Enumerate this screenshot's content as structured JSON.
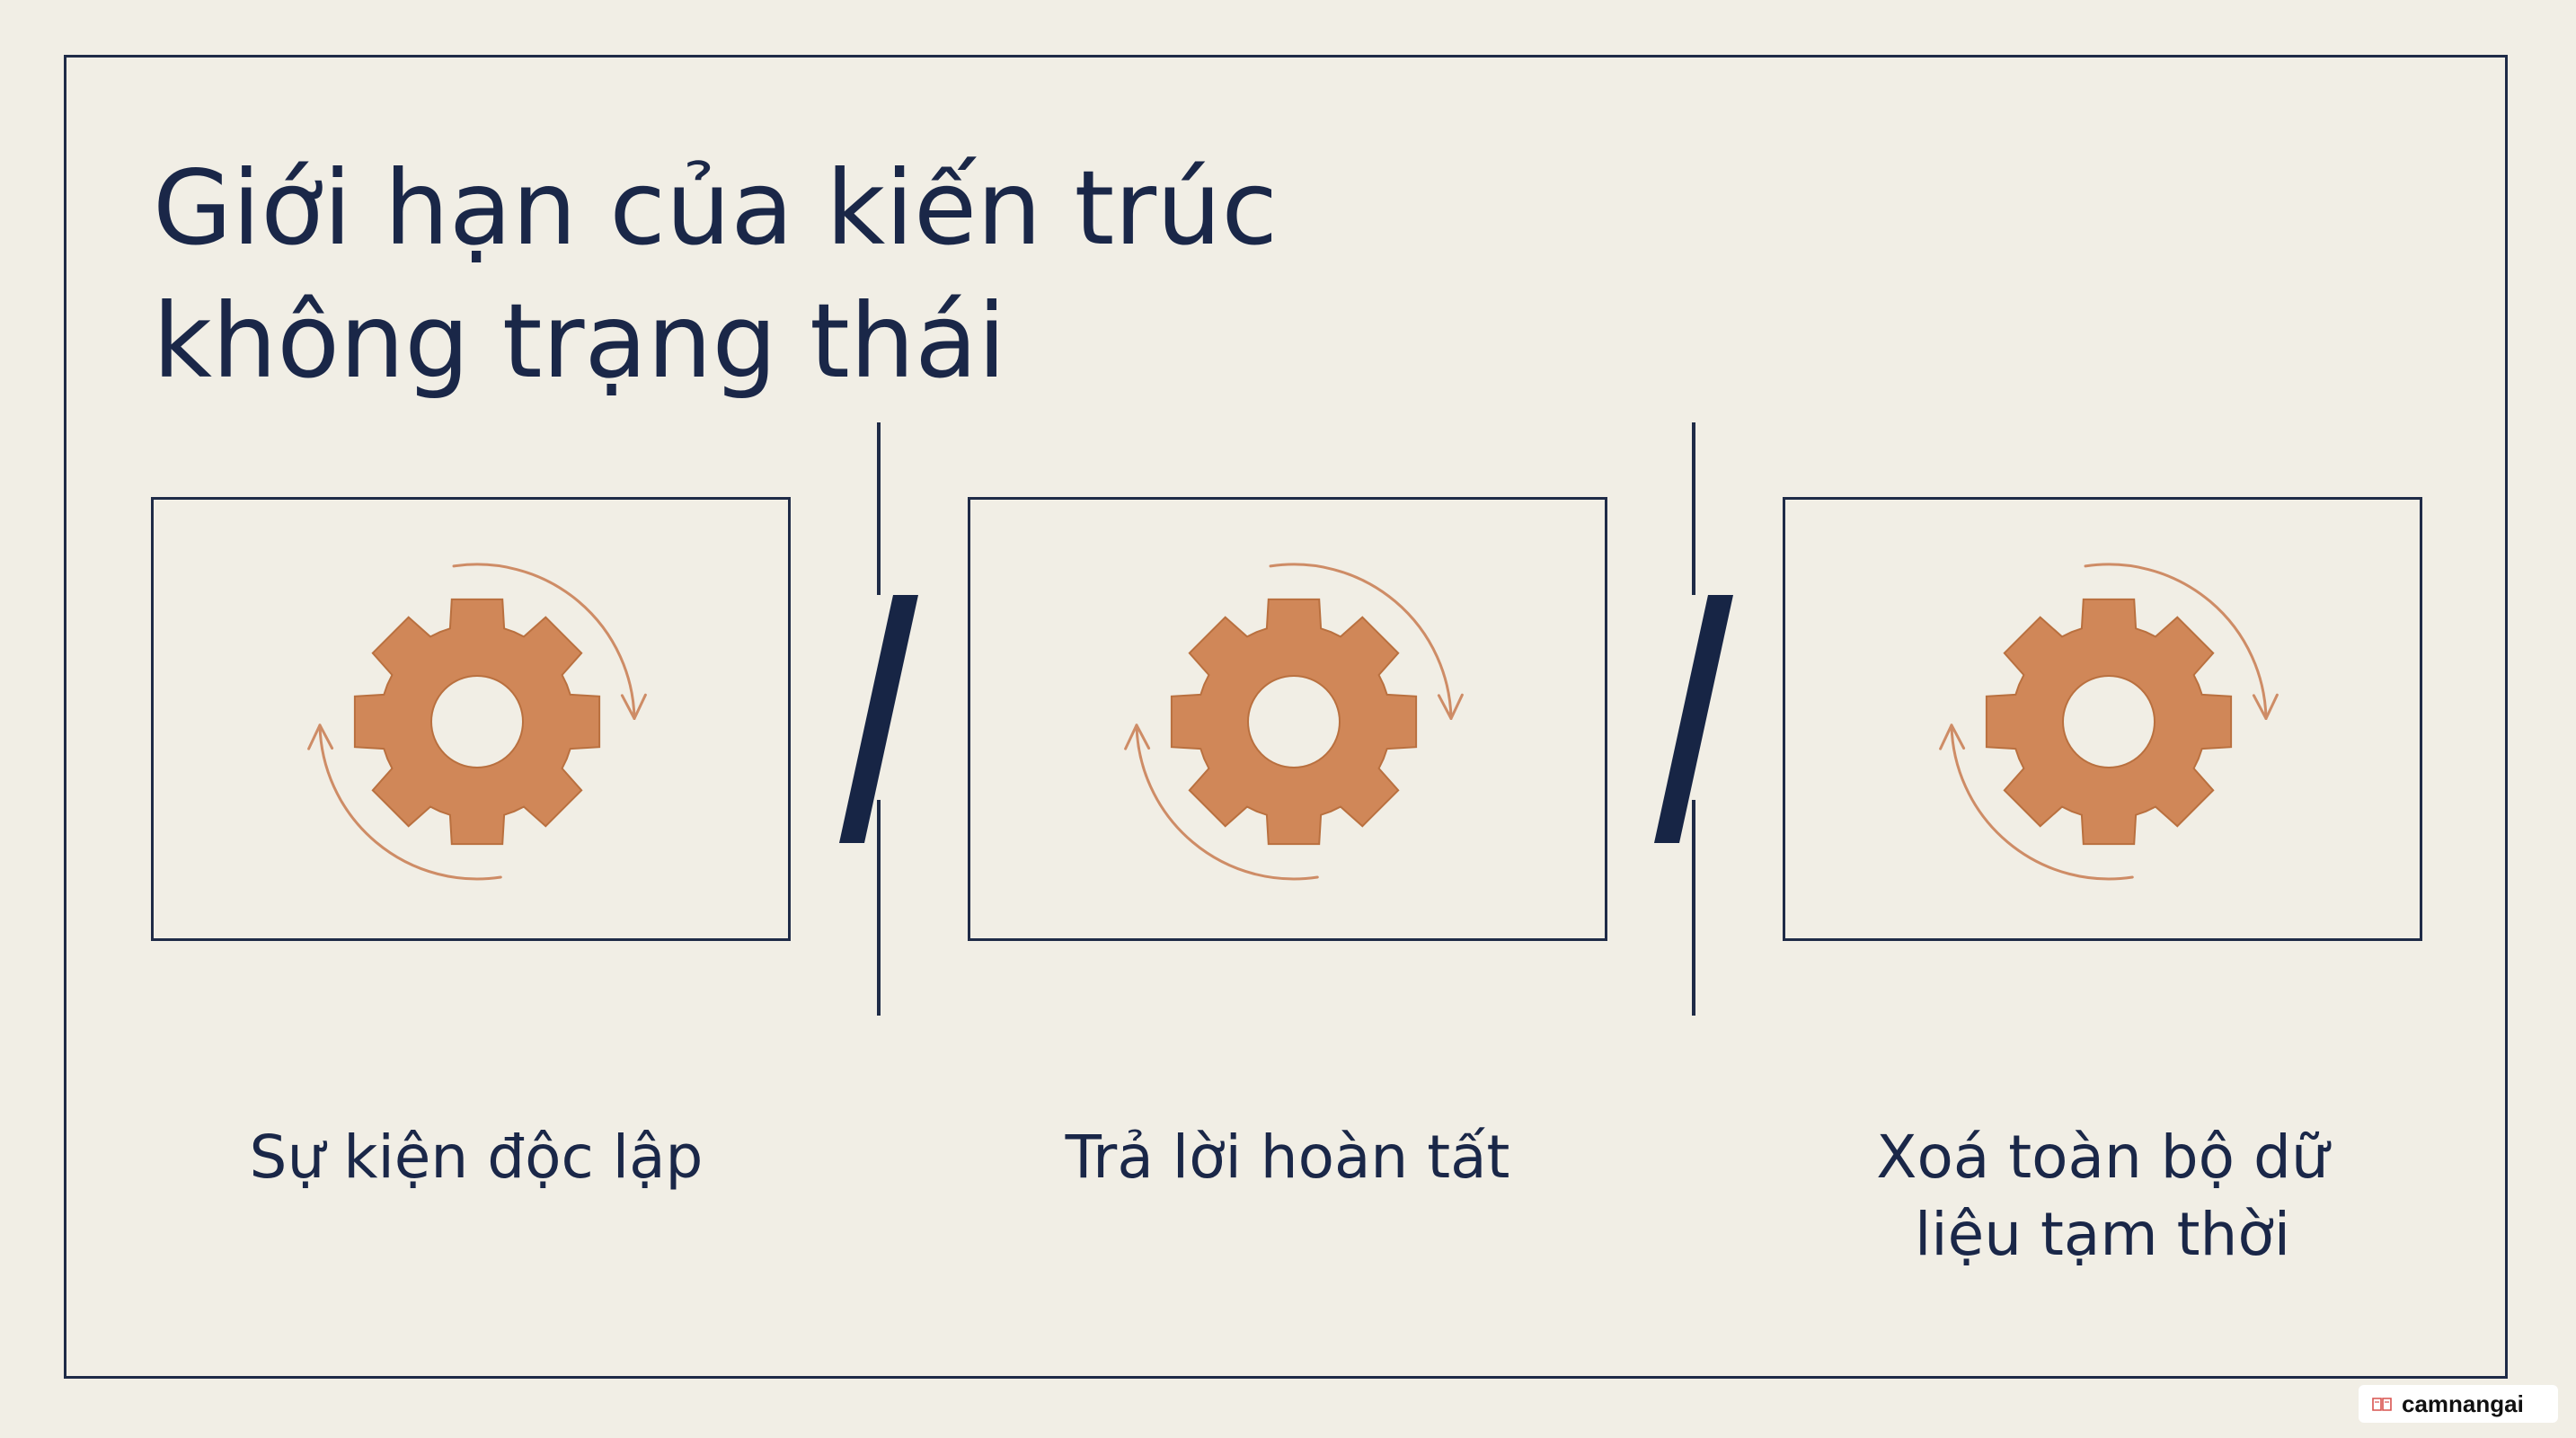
{
  "slide": {
    "title_lines": [
      "Giới hạn của kiến trúc",
      "không trạng thái"
    ],
    "panels": [
      {
        "icon": "gear-cycle-icon",
        "label_lines": [
          "Sự kiện độc lập"
        ]
      },
      {
        "icon": "gear-cycle-icon",
        "label_lines": [
          "Trả lời hoàn tất"
        ]
      },
      {
        "icon": "gear-cycle-icon",
        "label_lines": [
          "Xoá toàn bộ dữ",
          "liệu tạm thời"
        ]
      }
    ],
    "dividers": [
      "slash-divider-icon",
      "slash-divider-icon"
    ]
  },
  "watermark": {
    "text": "camnangai",
    "icon": "book-icon"
  },
  "colors": {
    "background": "#F1EEE5",
    "ink": "#1A2748",
    "gear": "#D08758",
    "arrow": "#CE8C66",
    "slash": "#172545"
  }
}
